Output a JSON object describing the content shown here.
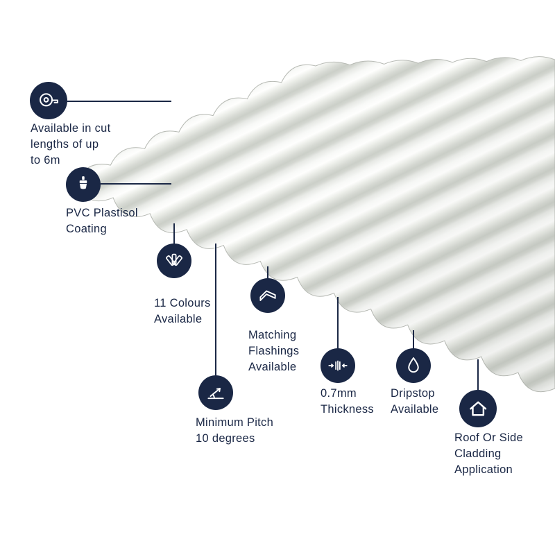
{
  "colors": {
    "accent_navy": "#1a2745",
    "sheet_highlight": "#fefefd",
    "sheet_shadow": "#cbcfc8",
    "background": "#ffffff"
  },
  "illustration": {
    "name": "Corrugated roofing sheet"
  },
  "features": [
    {
      "id": "cut-lengths",
      "icon": "tape-measure-icon",
      "label": "Available in cut\nlengths of up\nto 6m"
    },
    {
      "id": "coating",
      "icon": "paint-brush-icon",
      "label": "PVC Plastisol\nCoating"
    },
    {
      "id": "colours",
      "icon": "colour-swatch-icon",
      "label": "11 Colours\nAvailable"
    },
    {
      "id": "flashings",
      "icon": "flashing-icon",
      "label": "Matching\nFlashings\nAvailable"
    },
    {
      "id": "pitch",
      "icon": "pitch-angle-icon",
      "label": "Minimum Pitch\n10 degrees"
    },
    {
      "id": "thickness",
      "icon": "thickness-icon",
      "label": "0.7mm\nThickness"
    },
    {
      "id": "dripstop",
      "icon": "water-drop-icon",
      "label": "Dripstop\nAvailable"
    },
    {
      "id": "cladding",
      "icon": "house-icon",
      "label": "Roof Or Side\nCladding\nApplication"
    }
  ]
}
